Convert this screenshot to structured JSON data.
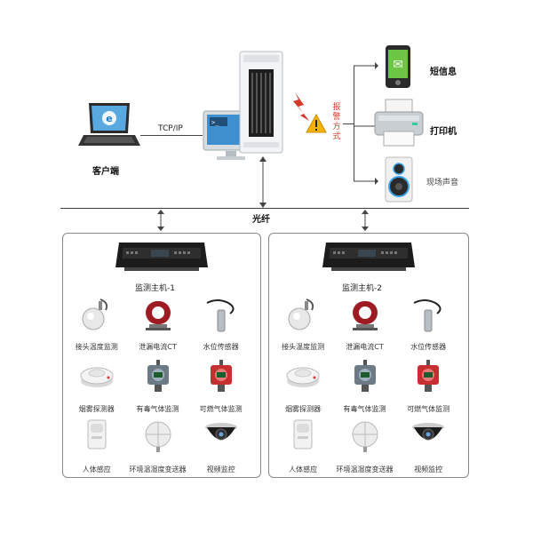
{
  "top": {
    "client_label": "客户端",
    "protocol_label": "TCP/IP",
    "fiber_label": "光纤",
    "alarm_label": "报警方式",
    "outputs": [
      {
        "label": "短信息",
        "icon": "phone-icon"
      },
      {
        "label": "打印机",
        "icon": "printer-icon"
      },
      {
        "label": "现场声音",
        "icon": "speaker-icon"
      }
    ]
  },
  "panels": [
    {
      "host_label": "监测主机-1",
      "devices": [
        {
          "label": "接头温度监测",
          "icon": "temperature-probe-icon"
        },
        {
          "label": "泄漏电流CT",
          "icon": "current-transformer-icon"
        },
        {
          "label": "水位传感器",
          "icon": "water-level-sensor-icon"
        },
        {
          "label": "烟雾探测器",
          "icon": "smoke-detector-icon"
        },
        {
          "label": "有毒气体监测",
          "icon": "toxic-gas-detector-icon"
        },
        {
          "label": "可燃气体监测",
          "icon": "combustible-gas-detector-icon"
        },
        {
          "label": "人体感应",
          "icon": "motion-sensor-icon"
        },
        {
          "label": "环境温湿度变送器",
          "icon": "humidity-transmitter-icon"
        },
        {
          "label": "视频监控",
          "icon": "dome-camera-icon"
        }
      ]
    },
    {
      "host_label": "监测主机-2",
      "devices": [
        {
          "label": "接头温度监测",
          "icon": "temperature-probe-icon"
        },
        {
          "label": "泄漏电流CT",
          "icon": "current-transformer-icon"
        },
        {
          "label": "水位传感器",
          "icon": "water-level-sensor-icon"
        },
        {
          "label": "烟雾探测器",
          "icon": "smoke-detector-icon"
        },
        {
          "label": "有毒气体监测",
          "icon": "toxic-gas-detector-icon"
        },
        {
          "label": "可燃气体监测",
          "icon": "combustible-gas-detector-icon"
        },
        {
          "label": "人体感应",
          "icon": "motion-sensor-icon"
        },
        {
          "label": "环境温湿度变送器",
          "icon": "humidity-transmitter-icon"
        },
        {
          "label": "视频监控",
          "icon": "dome-camera-icon"
        }
      ]
    }
  ],
  "colors": {
    "line": "#444444",
    "alarm_text": "#d23a2a",
    "warning": "#f2b400"
  }
}
